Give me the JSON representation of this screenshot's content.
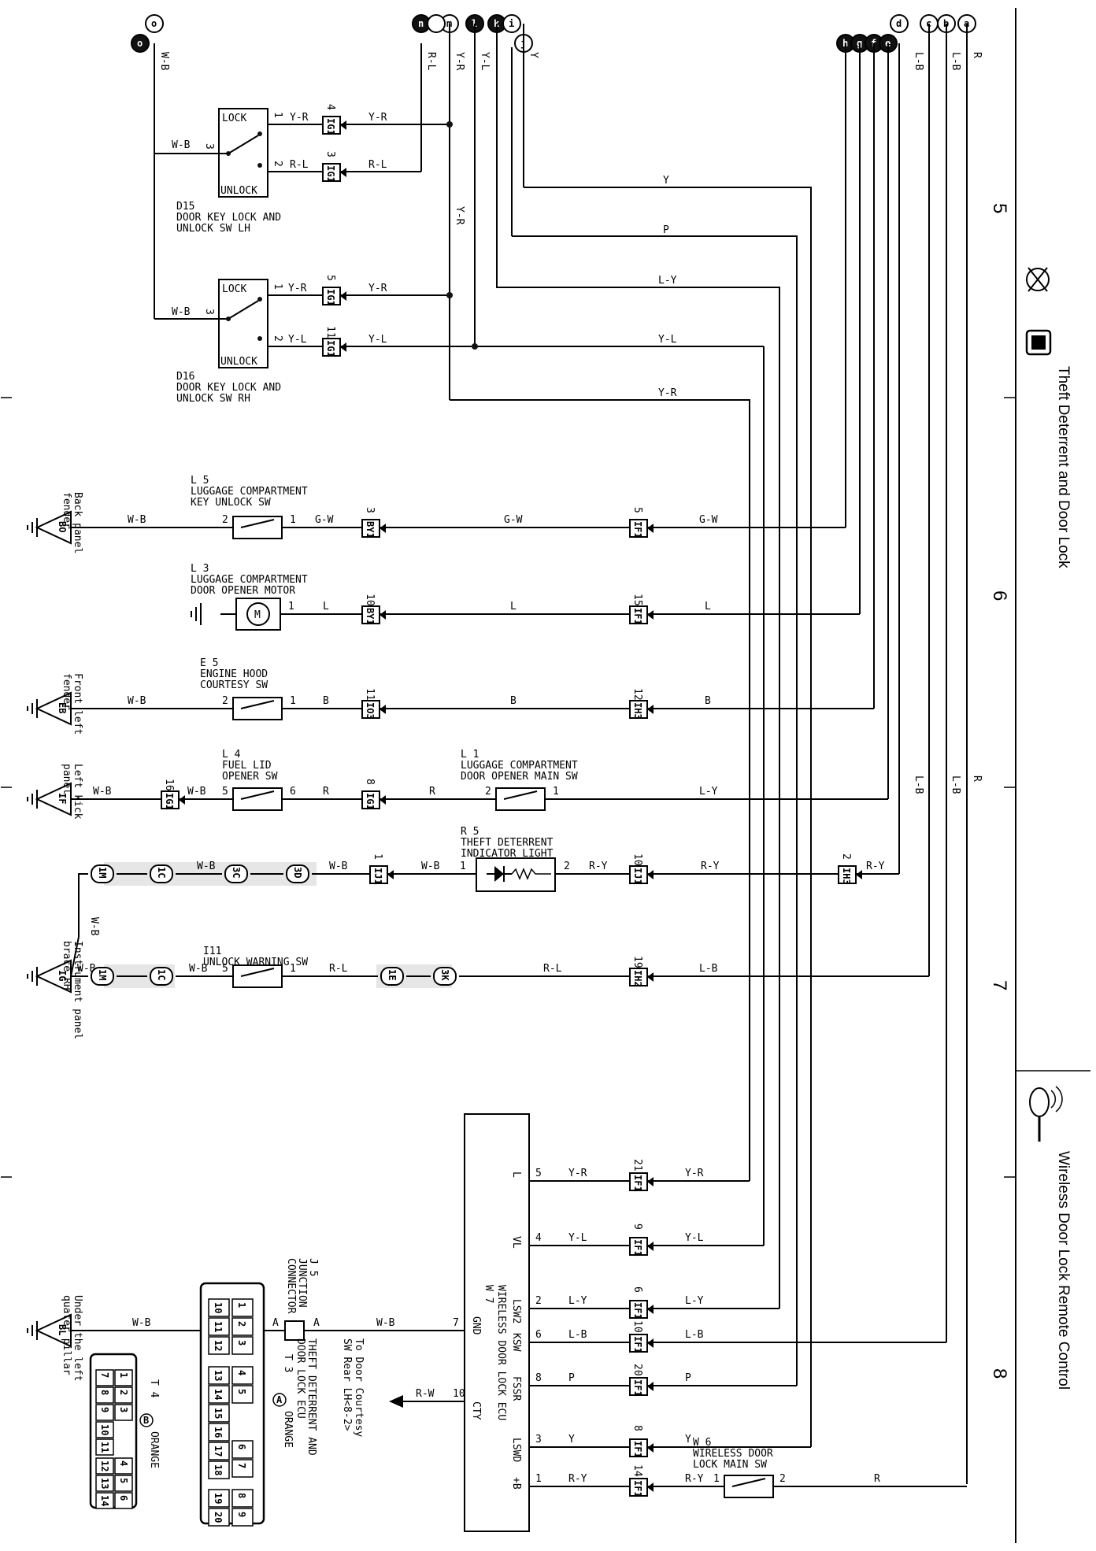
{
  "page_title_side": {
    "section_a": "Theft Deterrent and Door Lock",
    "section_b": "Wireless Door Lock Remote Control",
    "numbers": [
      "5",
      "6",
      "7",
      "8"
    ]
  },
  "top_terminals": [
    "o",
    "n",
    "m",
    "l",
    "k",
    "j",
    "i",
    "h",
    "g",
    "f",
    "e",
    "d",
    "c",
    "b",
    "a"
  ],
  "top_wires": {
    "o": "W-B",
    "n": "R-L",
    "m": "Y-R",
    "l": "Y-L",
    "j": "Y",
    "b": "L-B",
    "a": "R",
    "c": "L-B"
  },
  "components": {
    "d15": {
      "id": "D15",
      "name1": "DOOR KEY LOCK AND",
      "name2": "UNLOCK SW LH",
      "lock": "LOCK",
      "unlock": "UNLOCK",
      "p1": "1",
      "p2": "2",
      "p3": "3",
      "w1": "Y-R",
      "w2": "R-L",
      "w3": "W-B",
      "c1": "IG1",
      "c1pin": "4",
      "c2": "IG1",
      "c2pin": "3"
    },
    "d16": {
      "id": "D16",
      "name1": "DOOR KEY LOCK AND",
      "name2": "UNLOCK SW RH",
      "lock": "LOCK",
      "unlock": "UNLOCK",
      "p1": "1",
      "p2": "2",
      "p3": "3",
      "w1": "Y-R",
      "w2": "Y-L",
      "w3": "W-B",
      "c1": "IG1",
      "c1pin": "5",
      "c2": "IG1",
      "c2pin": "11"
    },
    "l5": {
      "id": "L 5",
      "name1": "LUGGAGE COMPARTMENT",
      "name2": "KEY UNLOCK SW",
      "ground": "BO",
      "gnd_loc1": "Back panel",
      "gnd_loc2": "fender",
      "wl": "W-B",
      "wr": "G-W",
      "p2": "2",
      "p1": "1",
      "c1": "BY1",
      "c1pin": "3",
      "c2": "IF1",
      "c2pin": "5",
      "wmid": "G-W",
      "wend": "G-W"
    },
    "l3": {
      "id": "L 3",
      "name1": "LUGGAGE COMPARTMENT",
      "name2": "DOOR OPENER MOTOR",
      "motor": "M",
      "p1": "1",
      "c1": "BY1",
      "c1pin": "10",
      "c2": "IF1",
      "c2pin": "15",
      "w1": "L",
      "wmid": "L",
      "wend": "L"
    },
    "e5": {
      "id": "E 5",
      "name1": "ENGINE HOOD",
      "name2": "COURTESY SW",
      "ground": "EB",
      "gnd_loc1": "Front left",
      "gnd_loc2": "fender",
      "wl": "W-B",
      "p2": "2",
      "p1": "1",
      "w1": "B",
      "c1": "IO3",
      "c1pin": "11",
      "c2": "IH3",
      "c2pin": "12",
      "wmid": "B",
      "wend": "B"
    },
    "l4": {
      "id": "L 4",
      "name1": "FUEL LID",
      "name2": "OPENER SW",
      "ground": "IF",
      "gnd_loc1": "Left kick",
      "gnd_loc2": "panel",
      "wl": "W-B",
      "c0": "IG1",
      "c0pin": "16",
      "wl2": "W-B",
      "p5": "5",
      "p6": "6",
      "w1": "R",
      "c1": "IG1",
      "c1pin": "8",
      "wmid": "R"
    },
    "l1": {
      "id": "L 1",
      "name1": "LUGGAGE COMPARTMENT",
      "name2": "DOOR OPENER MAIN SW",
      "p2": "2",
      "p1": "1",
      "wend": "L-Y"
    },
    "r5": {
      "id": "R 5",
      "name1": "THEFT DETERRENT",
      "name2": "INDICATOR LIGHT",
      "p1": "1",
      "p2": "2",
      "wl": "W-B",
      "c1": "IJ1",
      "c1pin": "1",
      "c2": "IJ1",
      "c2pin": "10",
      "wr": "R-Y",
      "wend": "R-Y",
      "c3": "IH3",
      "c3pin": "2",
      "w3": "R-Y",
      "j1": "1M",
      "j2": "1C",
      "j3": "3C",
      "j4": "3D",
      "wa": "W-B",
      "wb": "W-B",
      "wc": "W-B"
    },
    "i11": {
      "id": "I11",
      "name1": "UNLOCK WARNING SW",
      "ground": "IG",
      "gnd_loc1": "Instrument panel",
      "gnd_loc2": "brace RH",
      "wl": "W-B",
      "wl2": "W-B",
      "p5": "5",
      "p1": "1",
      "w1": "R-L",
      "j1": "1M",
      "j2": "1C",
      "j3": "1E",
      "j4": "3K",
      "wmid": "R-L",
      "c2": "IH2",
      "c2pin": "19",
      "wend": "L-B",
      "wvert": "W-B"
    },
    "j5": {
      "id": "J 5",
      "name1": "JUNCTION",
      "name2": "CONNECTOR",
      "pa": "A",
      "pb": "A",
      "wl": "W-B",
      "wr": "W-B",
      "ground": "BL",
      "gnd_loc1": "Under the left",
      "gnd_loc2": "quater pillar"
    },
    "w7": {
      "id": "W 7",
      "name1": "WIRELESS DOOR LOCK ECU",
      "pins": [
        {
          "n": "5",
          "name": "L",
          "wire": "Y-R",
          "c": "IF1",
          "cpin": "21",
          "wend": "Y-R"
        },
        {
          "n": "4",
          "name": "VL",
          "wire": "Y-L",
          "c": "IF1",
          "cpin": "9",
          "wend": "Y-L"
        },
        {
          "n": "2",
          "name": "LSW2",
          "wire": "L-Y",
          "c": "IF1",
          "cpin": "6",
          "wend": "L-Y"
        },
        {
          "n": "8",
          "name": "FSSR",
          "wire": "P",
          "c": "IF1",
          "cpin": "20",
          "wend": "P"
        },
        {
          "n": "3",
          "name": "LSWD",
          "wire": "Y",
          "c": "IF1",
          "cpin": "8",
          "wend": "Y"
        },
        {
          "n": "6",
          "name": "KSW",
          "wire": "L-B",
          "c": "IF1",
          "cpin": "10",
          "wend": "L-B"
        },
        {
          "n": "1",
          "name": "+B",
          "wire": "R-Y",
          "c": "IF1",
          "cpin": "14",
          "wend": "R-Y"
        }
      ],
      "gnd_pin": "7",
      "gnd": "GND",
      "cty_pin": "10",
      "cty": "CTY",
      "cty_wire": "R-W",
      "to1": "To Door Courtesy",
      "to2": "SW Rear LH<8-2>"
    },
    "w6": {
      "id": "W 6",
      "name1": "WIRELESS DOOR",
      "name2": "LOCK MAIN SW",
      "p1": "1",
      "p2": "2",
      "wire": "R"
    },
    "t3": {
      "id": "T 3",
      "circ": "A",
      "color": "ORANGE",
      "name1": "THEFT DETERRENT AND",
      "name2": "DOOR LOCK ECU",
      "pins": [
        "1",
        "2",
        "3",
        "4",
        "5",
        "6",
        "7",
        "8",
        "9",
        "10",
        "11",
        "12",
        "13",
        "14",
        "15",
        "16",
        "17",
        "18",
        "19",
        "20"
      ]
    },
    "t4": {
      "id": "T 4",
      "circ": "B",
      "color": "ORANGE",
      "pins": [
        "1",
        "2",
        "3",
        "4",
        "5",
        "6",
        "7",
        "8",
        "9",
        "10",
        "11",
        "12",
        "13",
        "14"
      ]
    }
  },
  "bus_labels": {
    "y": "Y",
    "p": "P",
    "ly": "L-Y",
    "yl": "Y-L",
    "yr": "Y-R",
    "yr_vert": "Y-R",
    "lb1": "L-B",
    "lb2": "L-B",
    "r": "R"
  }
}
